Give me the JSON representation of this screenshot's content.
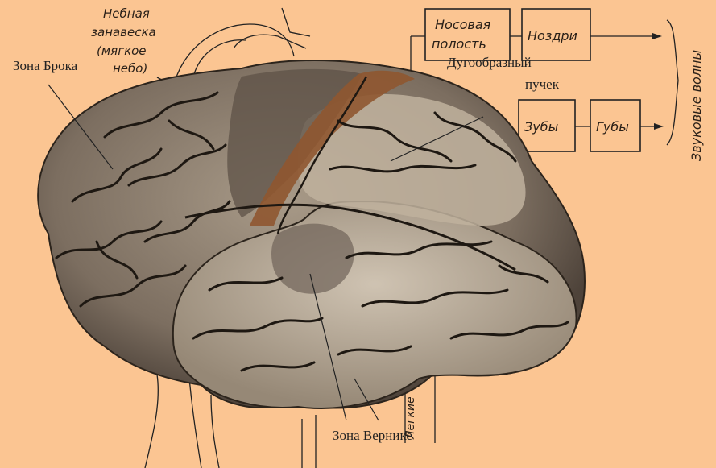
{
  "background_color": "#fbc592",
  "palate_label": {
    "line1": "Небная",
    "line2": "занавеска",
    "line3": "(мягкое",
    "line4": "небо)"
  },
  "flow": {
    "nasal_cavity_line1": "Носовая",
    "nasal_cavity_line2": "полость",
    "nostrils": "Ноздри",
    "teeth": "Зубы",
    "lips": "Губы",
    "sound_waves": "Звуковые волны",
    "lungs": "Легкие"
  },
  "annotations": {
    "broca": "Зона Брока",
    "arcuate_line1": "Дугообразный",
    "arcuate_line2": "пучек",
    "wernicke": "Зона  Вернике"
  },
  "colors": {
    "brain_base": "#8a7a6a",
    "brain_light": "#c9bcaa",
    "brain_dark": "#574a40",
    "arcuate_fasciculus": "#8f5630",
    "sulcus": "#1e1812"
  }
}
